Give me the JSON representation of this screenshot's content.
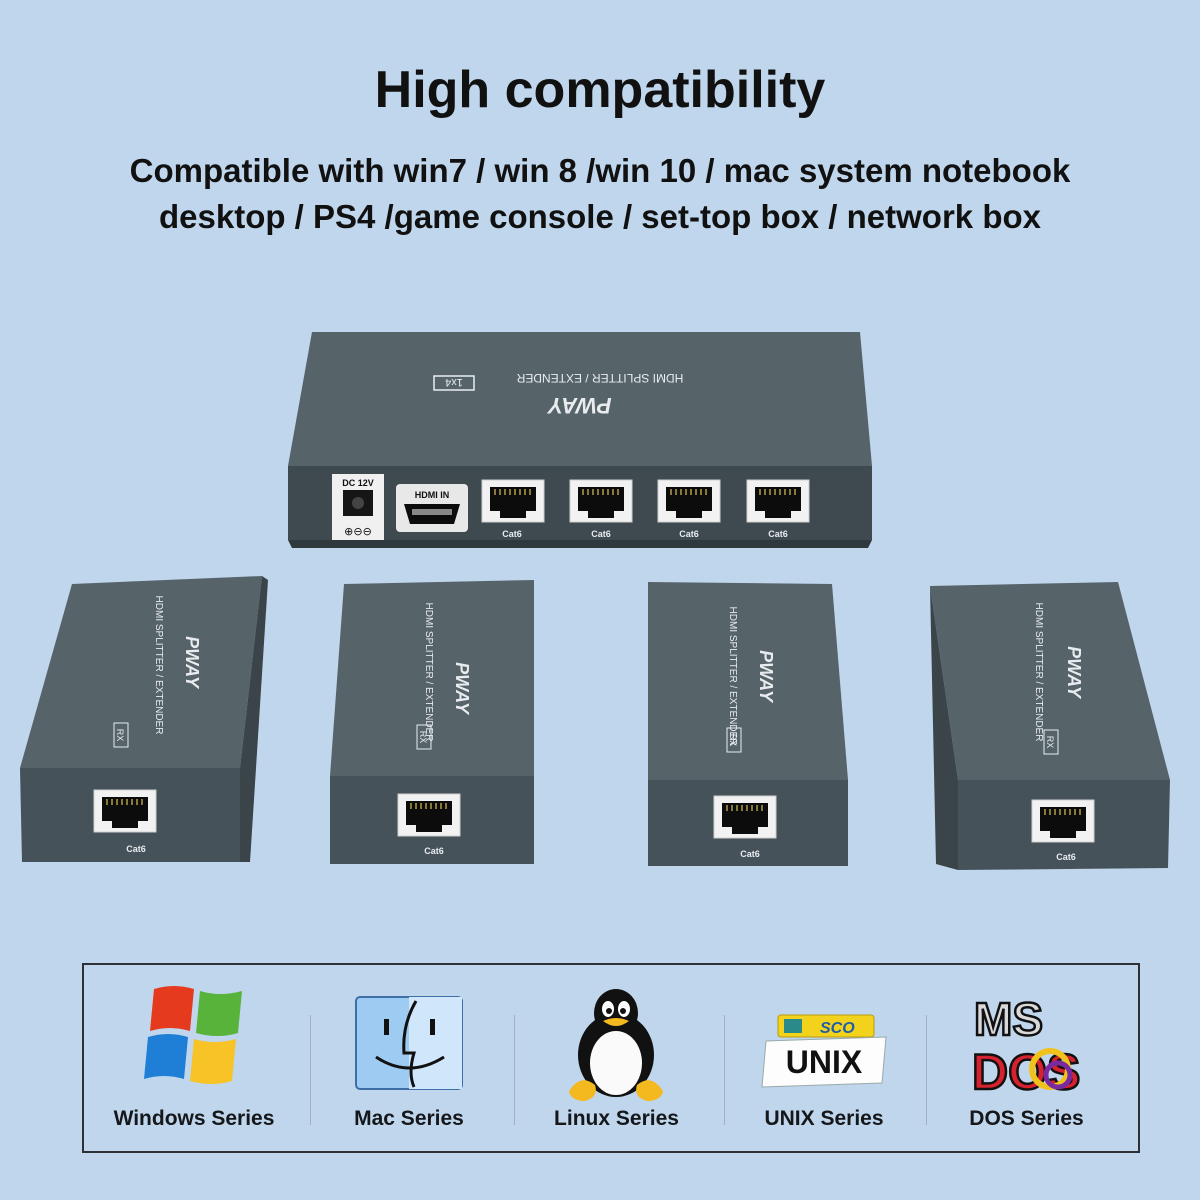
{
  "headline": "High compatibility",
  "subline": {
    "line1": "Compatible with win7 / win 8 /win 10 / mac system notebook",
    "line2": "desktop / PS4 /game console / set-top box / network box"
  },
  "transmitter": {
    "brand": "PWAY",
    "model_text": "HDMI SPLITTER / EXTENDER",
    "badge": "1x4",
    "power_label": "DC 12V",
    "hdmi_label": "HDMI IN",
    "port_label": "Cat6"
  },
  "receiver": {
    "brand": "PWAY",
    "model_text": "HDMI SPLITTER / EXTENDER",
    "badge": "RX",
    "port_label": "Cat6"
  },
  "os_logos": [
    {
      "label": "Windows Series",
      "icon": "windows-logo-icon"
    },
    {
      "label": "Mac Series",
      "icon": "mac-finder-icon"
    },
    {
      "label": "Linux Series",
      "icon": "linux-tux-icon"
    },
    {
      "label": "UNIX Series",
      "icon": "sco-unix-icon"
    },
    {
      "label": "DOS Series",
      "icon": "ms-dos-icon"
    }
  ],
  "logo_text": {
    "sco": "SCO",
    "unix": "UNIX",
    "ms": "MS",
    "dos": "DOS"
  },
  "colors": {
    "background": "#bfd6ec",
    "device_body": "#4d5a60",
    "device_top": "#566369",
    "device_front": "#3f4a50"
  }
}
